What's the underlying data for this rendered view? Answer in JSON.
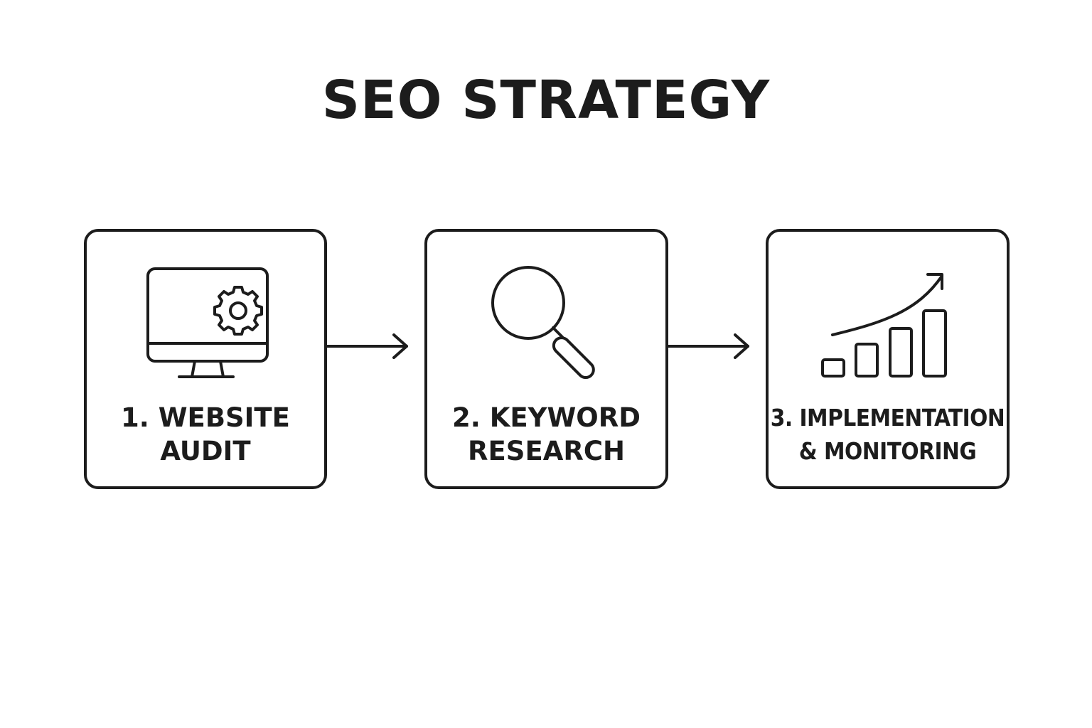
{
  "title": "SEO STRATEGY",
  "steps": [
    {
      "line1": "1. WEBSITE",
      "line2": "AUDIT",
      "icon": "monitor-gear-icon"
    },
    {
      "line1": "2. KEYWORD",
      "line2": "RESEARCH",
      "icon": "magnifying-glass-icon"
    },
    {
      "line1": "3. IMPLEMENTATION",
      "line2": "& MONITORING",
      "icon": "growth-chart-icon"
    }
  ],
  "colors": {
    "stroke": "#1c1c1c",
    "background": "#ffffff"
  }
}
